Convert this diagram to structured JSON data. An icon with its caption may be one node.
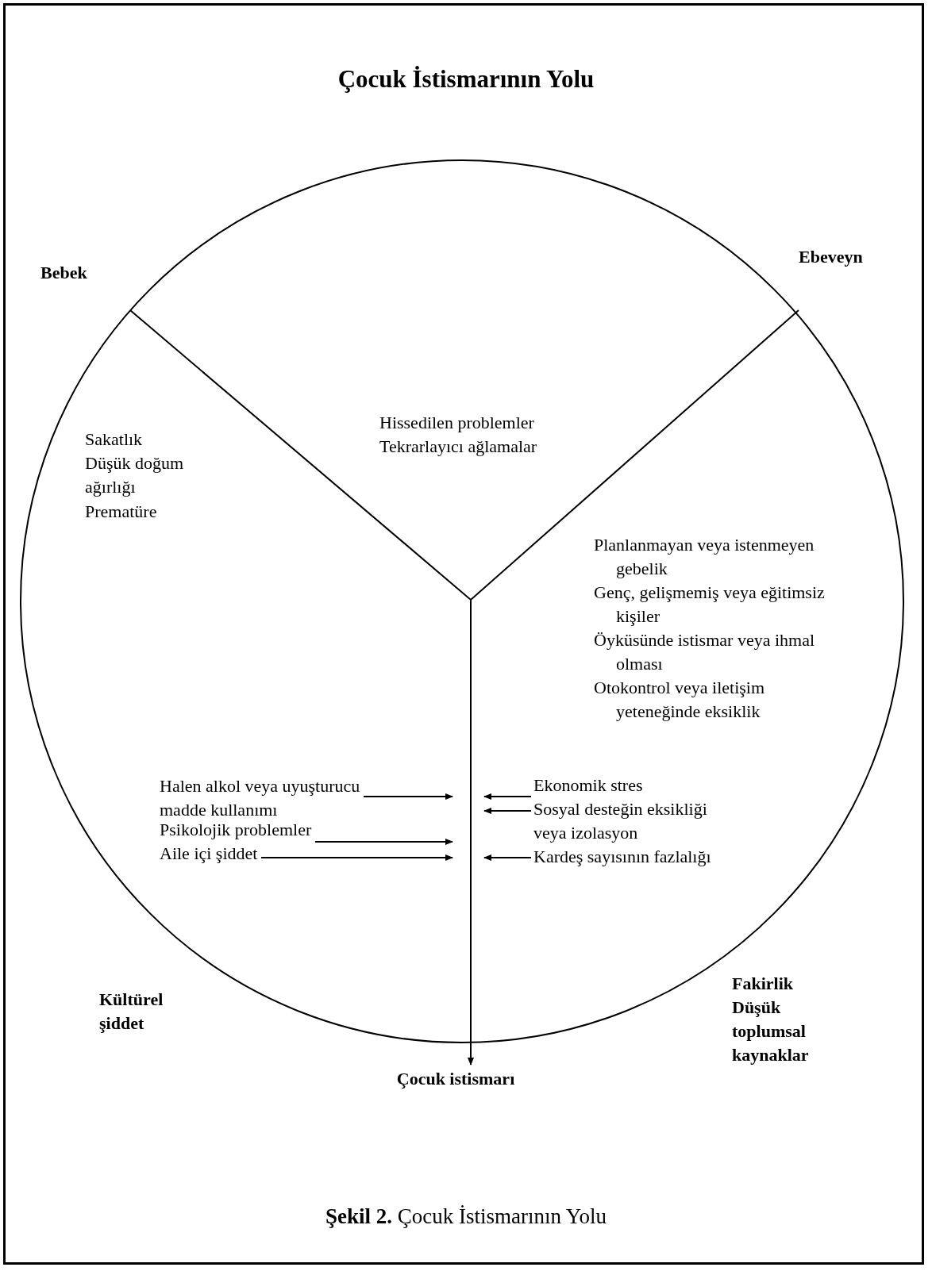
{
  "diagram": {
    "title": "Çocuk İstismarının Yolu",
    "caption": "**Şekil 2.** Çocuk İstismarının Yolu",
    "nodes": [
      {
        "text": [
          "Halen alkol veya uyuşturucu madde kullanımı"
        ]
      },
      {
        "text": [
          "Psikolojik problemler"
        ]
      },
      {
        "text": [
          "Aile içi şiddet"
        ]
      },
      {
        "text": [
          "Ekonomik stres"
        ]
      },
      {
        "text": [
          "Sosyal desteğin eksikliği veya izolasyon"
        ]
      },
      {
        "text": [
          "Kardeş sayısının fazlalığı"
        ]
      },
      {
        "text": [
          "Çocuk istismarı"
        ]
      }
    ],
    "edges": [
      {
        "from": 0,
        "to": null,
        "arrow": "to"
      },
      {
        "from": 1,
        "to": null,
        "arrow": "to"
      },
      {
        "from": 2,
        "to": null,
        "arrow": "to"
      },
      {
        "from": 3,
        "to": null,
        "arrow": "to"
      },
      {
        "from": 4,
        "to": null,
        "arrow": "to"
      },
      {
        "from": 5,
        "to": null,
        "arrow": "to"
      },
      {
        "from": null,
        "to": 6,
        "arrow": "to"
      }
    ],
    "labels": [
      "Bebek",
      "Ebeveyn",
      "Sakatlık",
      "Düşük doğum ağırlığı",
      "Prematüre",
      "Hissedilen problemler",
      "Tekrarlayıcı ağlamalar",
      "Planlanmayan veya istenmeyen gebelik",
      "Genç, gelişmemiş veya eğitimsiz kişiler",
      "Öyküsünde istismar veya ihmal olması",
      "Otokontrol veya iletişim yeteneğinde eksiklik",
      "Kültürel şiddet",
      "Fakirlik",
      "Düşük toplumsal kaynaklar"
    ]
  }
}
